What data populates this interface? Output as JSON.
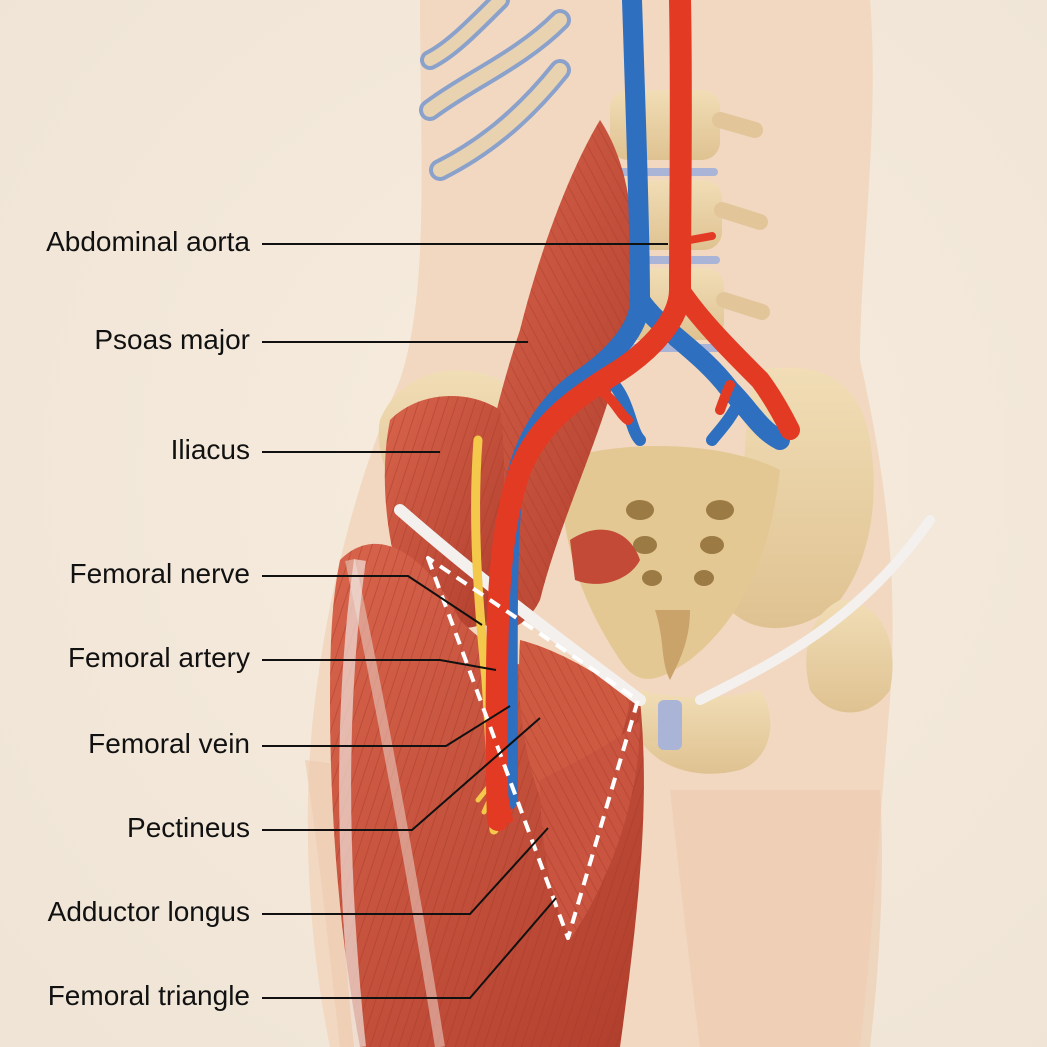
{
  "labels": [
    {
      "id": "abdominal-aorta",
      "text": "Abdominal aorta"
    },
    {
      "id": "psoas-major",
      "text": "Psoas major"
    },
    {
      "id": "iliacus",
      "text": "Iliacus"
    },
    {
      "id": "femoral-nerve",
      "text": "Femoral nerve"
    },
    {
      "id": "femoral-artery",
      "text": "Femoral artery"
    },
    {
      "id": "femoral-vein",
      "text": "Femoral vein"
    },
    {
      "id": "pectineus",
      "text": "Pectineus"
    },
    {
      "id": "adductor-longus",
      "text": "Adductor longus"
    },
    {
      "id": "femoral-triangle",
      "text": "Femoral triangle"
    }
  ],
  "colors": {
    "background": "#f5ede2",
    "skin": "#f2d6bd",
    "bone": "#ecd3a6",
    "muscle": "#c9503c",
    "artery": "#e33a24",
    "vein": "#2f6fc0",
    "nerve": "#f4c84a",
    "ligament": "#f3f0ee",
    "leader": "#111111"
  }
}
